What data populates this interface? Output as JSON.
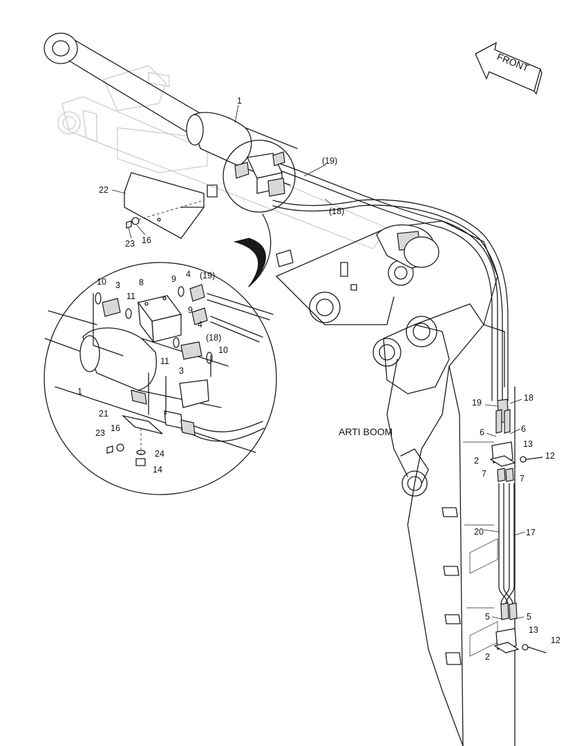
{
  "diagram": {
    "front_label": "FRONT",
    "section_label": "ARTI BOOM",
    "callouts": {
      "c1_top": "1",
      "c19_top": "(19)",
      "c18_top": "(18)",
      "c22": "22",
      "c23_top": "23",
      "c16_top": "16",
      "c10_a": "10",
      "c3_a": "3",
      "c8": "8",
      "c9_a": "9",
      "c4_a": "4",
      "c19_detail": "(19)",
      "c11_a": "11",
      "c9_b": "9",
      "c4_b": "4",
      "c18_detail": "(18)",
      "c11_b": "11",
      "c10_b": "10",
      "c3_b": "3",
      "c1_detail": "1",
      "c21": "21",
      "c23_detail": "23",
      "c16_detail": "16",
      "c24": "24",
      "c14": "14",
      "c19_right": "19",
      "c18_right": "18",
      "c6_left": "6",
      "c6_right": "6",
      "c13_a": "13",
      "c12_a": "12",
      "c2_a": "2",
      "c7_left": "7",
      "c7_right": "7",
      "c20": "20",
      "c17": "17",
      "c5_left": "5",
      "c5_right": "5",
      "c13_b": "13",
      "c12_b": "12",
      "c2_b": "2"
    }
  }
}
